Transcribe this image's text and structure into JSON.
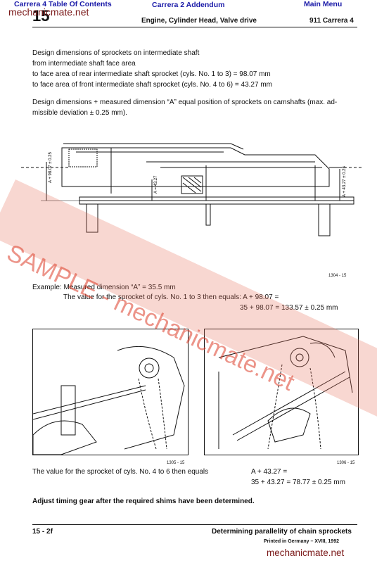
{
  "nav": {
    "toc": "Carrera 4 Table Of Contents",
    "addendum": "Carrera 2 Addendum",
    "main_menu": "Main Menu"
  },
  "site_top": "mechanicmate.net",
  "header": {
    "section_number": "15",
    "title": "Engine, Cylinder Head, Valve drive",
    "model": "911 Carrera 4"
  },
  "body": {
    "p1_lines": [
      "Design dimensions of sprockets on intermediate shaft",
      "from intermediate shaft face area",
      "to face area of rear intermediate shaft sprocket (cyls. No. 1 to 3) = 98.07 mm",
      "to face area of front intermediate shaft sprocket (cyls. No. 4 to 6) = 43.27 mm"
    ],
    "p2_lines": [
      "Design dimensions + measured dimension “A” equal position of sprockets on camshafts (max. ad-",
      "missible deviation ± 0.25 mm)."
    ]
  },
  "figure1": {
    "label_left": "A + 98.07 ± 0.25",
    "label_mid": "A = 43.27",
    "label_right": "A + 43.27 ± 0.25",
    "caption": "1304 - 15"
  },
  "example": {
    "line1": "Example: Measured dimension “A” = 35.5 mm",
    "line2": "The value for the sprocket of cyls. No. 1 to 3 then equals: A + 98.07 =",
    "line3": "35 + 98.07 = 133.57 ± 0.25 mm"
  },
  "figure2": {
    "caption": "1305 - 15"
  },
  "figure3": {
    "caption": "1306 - 15"
  },
  "second_value": {
    "text": "The value for the sprocket of cyls. No. 4 to 6 then equals",
    "formula1": "A + 43.27 =",
    "formula2": "35 + 43.27 = 78.77 ± 0.25 mm"
  },
  "note": "Adjust timing gear after the required shims have been determined.",
  "footer": {
    "page": "15 - 2f",
    "title": "Determining parallelity of chain sprockets",
    "printed": "Printed in Germany – XVIII, 1992"
  },
  "watermark": "SAMPLE - mechanicmate.net",
  "site_bottom": "mechanicmate.net",
  "colors": {
    "link": "#1a1aa8",
    "watermark": "#dc3c28",
    "site_text": "#7a1818"
  }
}
